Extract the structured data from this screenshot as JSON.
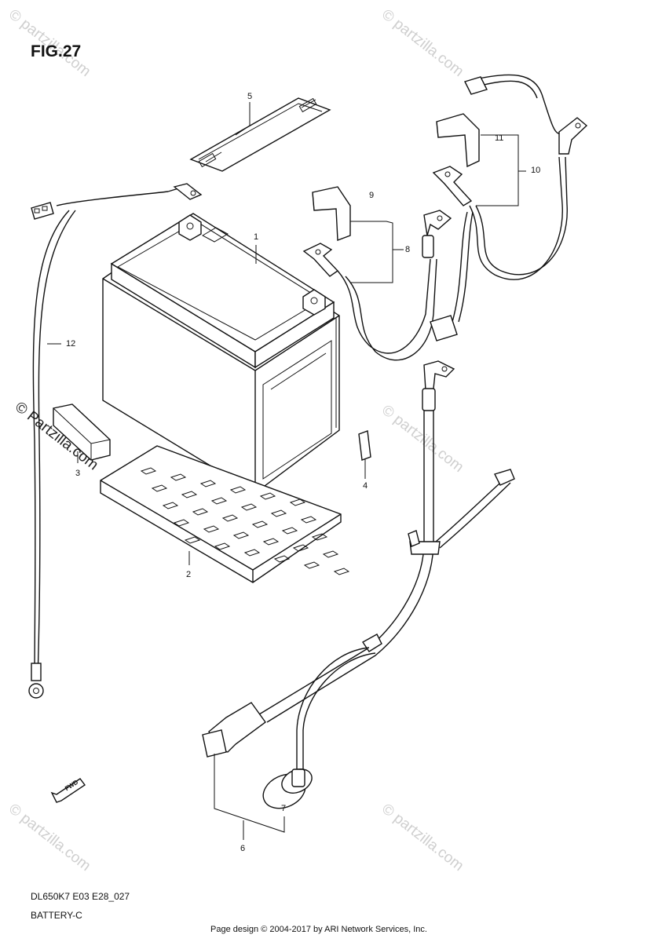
{
  "figure": {
    "title": "FIG.27"
  },
  "callouts": [
    "1",
    "2",
    "3",
    "4",
    "5",
    "6",
    "7",
    "8",
    "9",
    "10",
    "11",
    "12"
  ],
  "footer": {
    "model": "DL650K7 E03 E28_027",
    "section": "BATTERY-C"
  },
  "credit": "Page design © 2004-2017 by ARI Network Services, Inc.",
  "fwd_label": "FWD",
  "watermark": {
    "large": "© Partzilla.com",
    "small": "© partzilla.com"
  }
}
